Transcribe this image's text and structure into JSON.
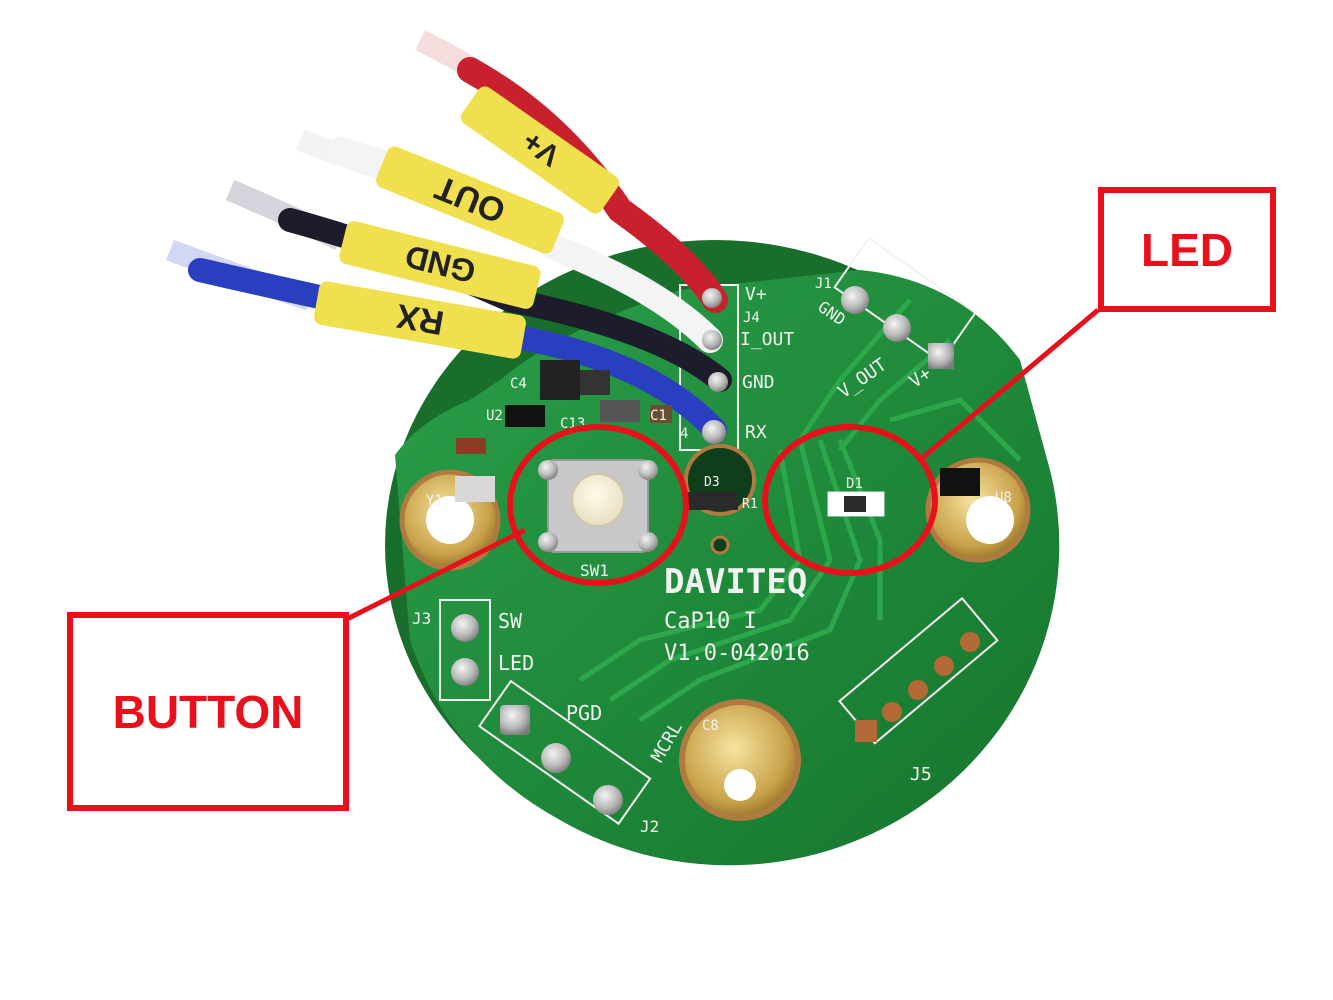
{
  "annotations": {
    "led_label": "LED",
    "button_label": "BUTTON",
    "highlight_color": "#e8101a"
  },
  "board": {
    "brand": "DAVITEQ",
    "model": "CaP10 I",
    "version": "V1.0-042016",
    "pcb_color": "#1f8a3a",
    "connector_j4": {
      "ref": "J4",
      "pins": [
        "V+",
        "I_OUT",
        "GND",
        "RX"
      ]
    },
    "connector_j1": {
      "ref": "J1",
      "pins": [
        "GND",
        "V_OUT",
        "V+"
      ]
    },
    "connector_j3": {
      "ref": "J3",
      "pins": [
        "SW",
        "LED"
      ]
    },
    "connector_j2": {
      "ref": "J2",
      "pins": [
        "PGD",
        "MCRL"
      ]
    },
    "component_refs": {
      "switch": "SW1",
      "led": "D1",
      "j5": "J5",
      "u8": "U8",
      "y1": "Y1",
      "c4": "C4",
      "u2": "U2",
      "c13": "C13",
      "c1": "C1",
      "d3": "D3",
      "r1": "R1",
      "c8": "C8",
      "pin4": "4"
    }
  },
  "wires": {
    "labels": [
      "V+",
      "OUT",
      "GND",
      "RX"
    ],
    "colors": [
      "#c8202c",
      "#f4f4f4",
      "#1c1c2a",
      "#2a3fc0"
    ],
    "sleeve_color": "#f0e050"
  }
}
